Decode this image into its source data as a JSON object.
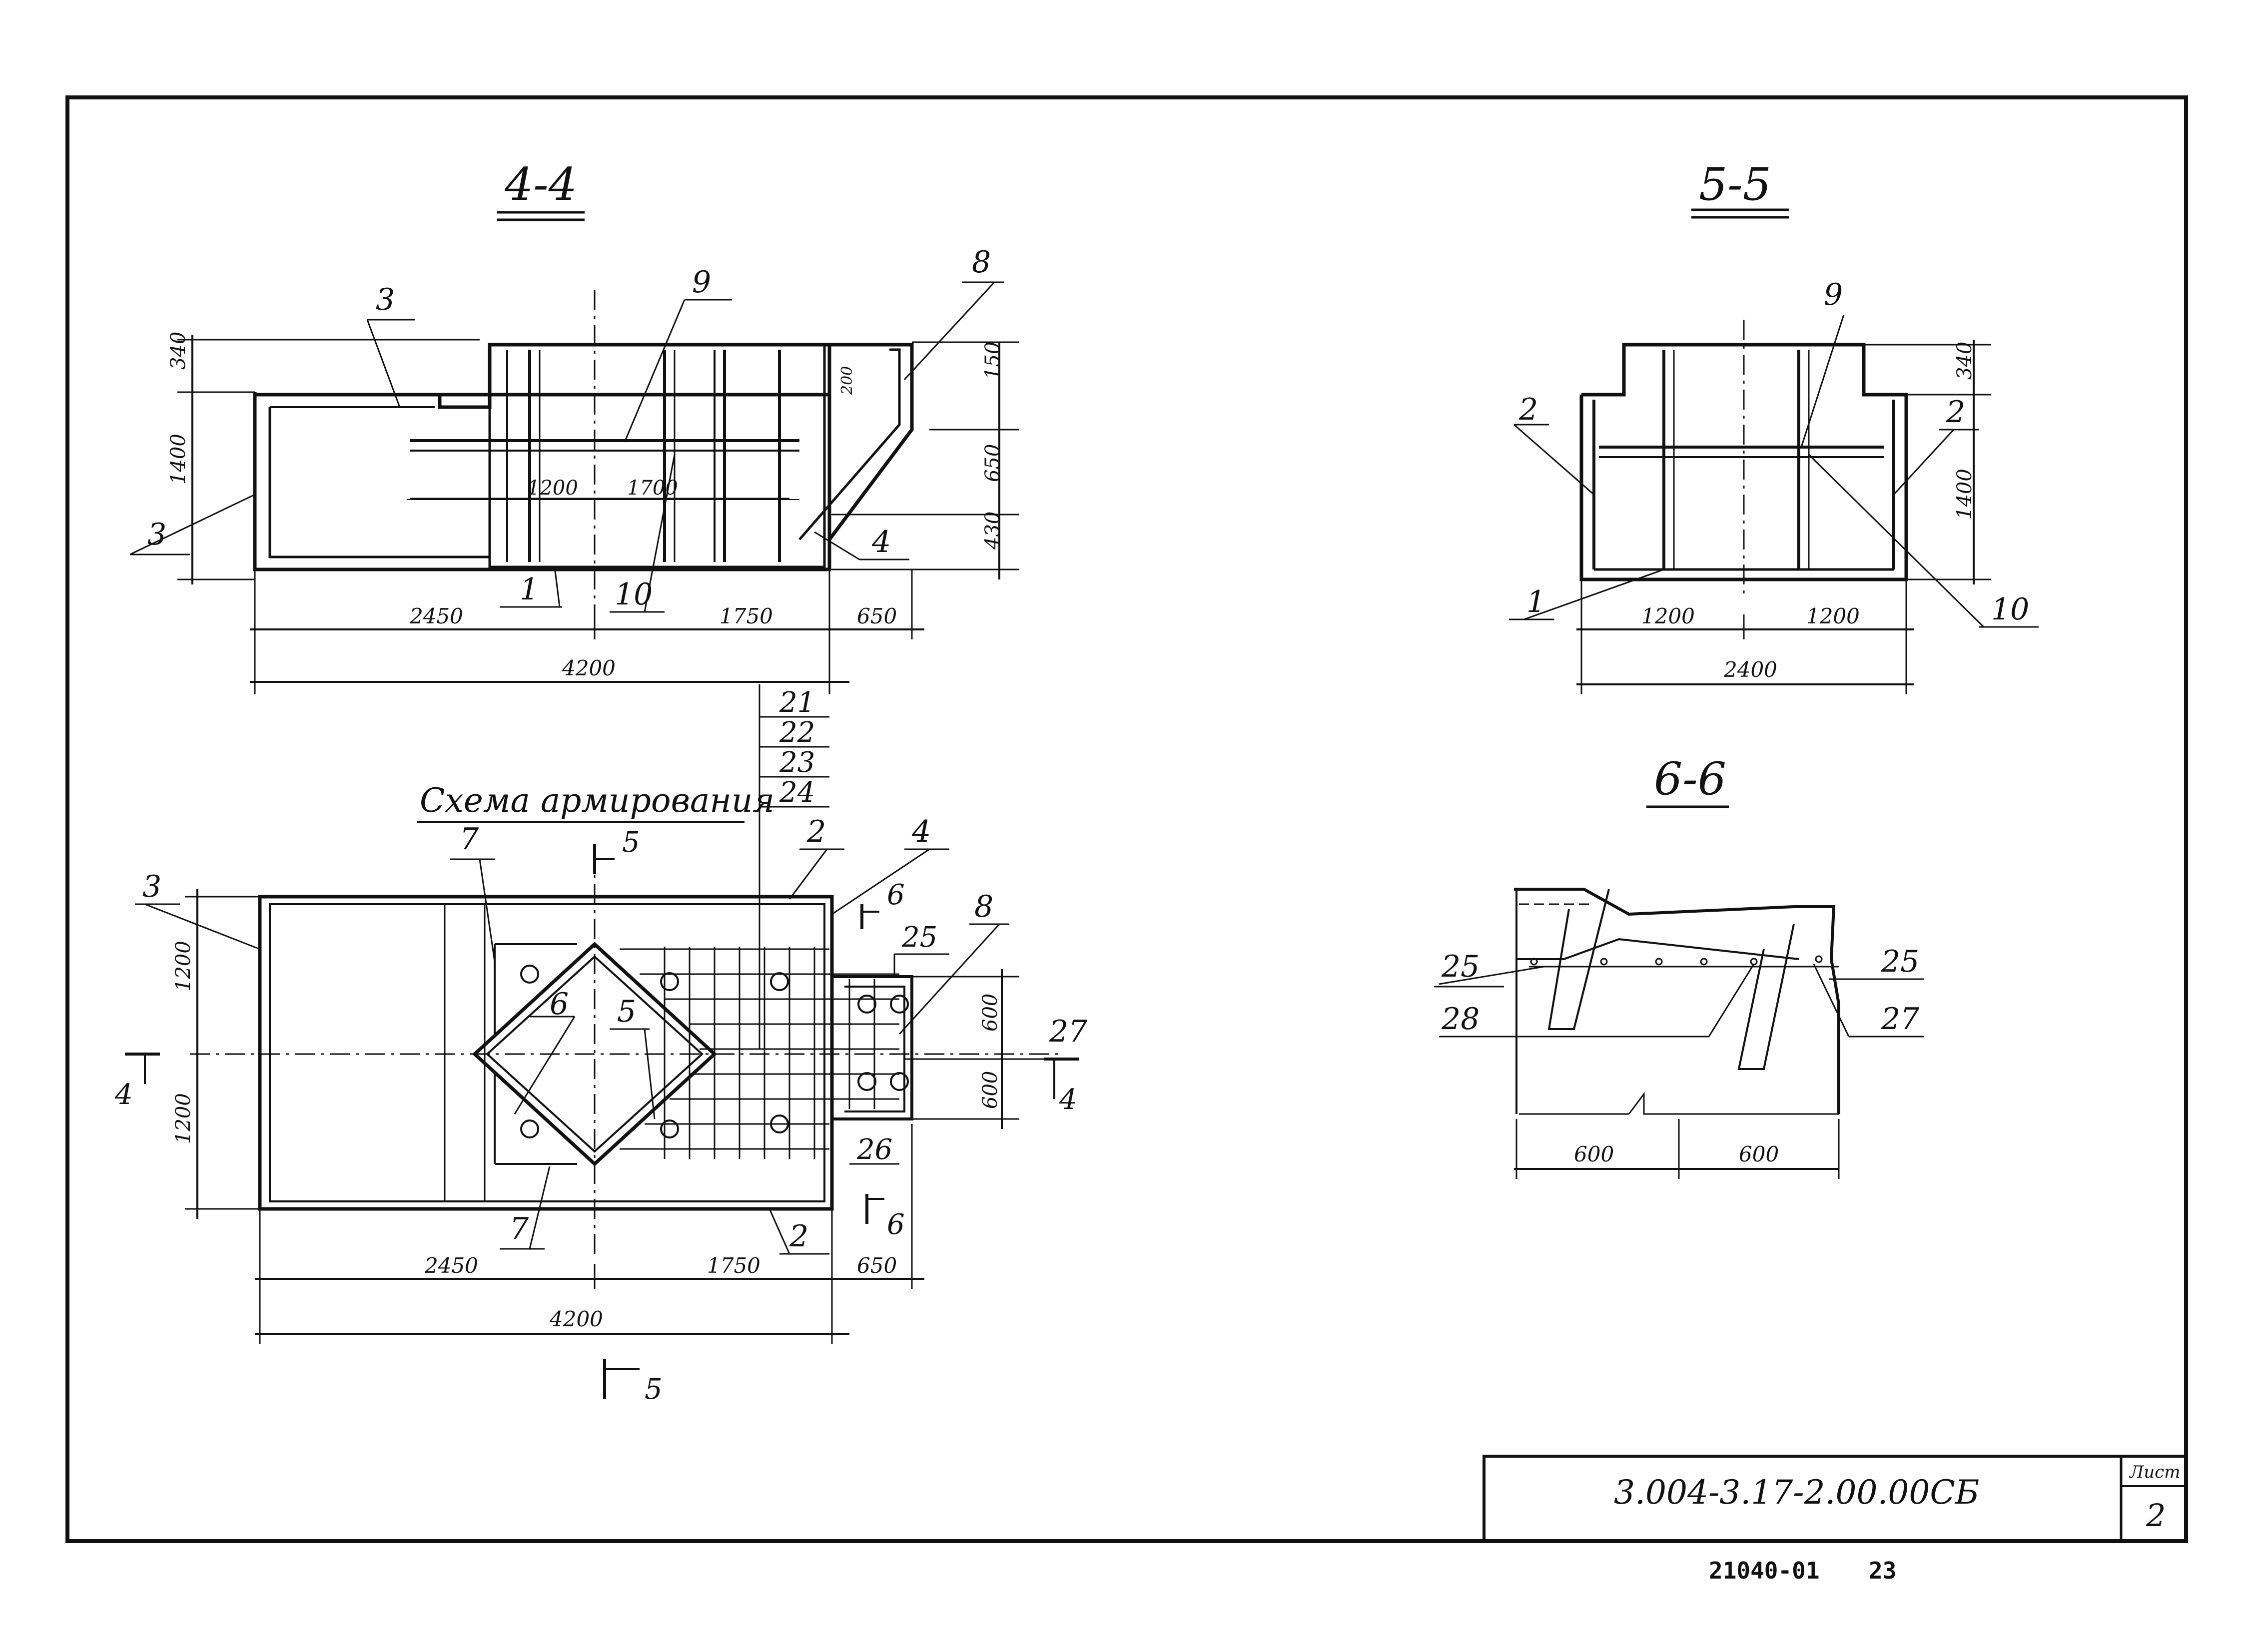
{
  "sections": {
    "s44": {
      "title": "4-4"
    },
    "s55": {
      "title": "5-5"
    },
    "s66": {
      "title": "6-6"
    },
    "scheme": {
      "title": "Схема армирования"
    }
  },
  "s44": {
    "dims_v": [
      "340",
      "1400",
      "150",
      "650",
      "430"
    ],
    "dims_h": [
      "2450",
      "1750",
      "650"
    ],
    "dim_total": "4200",
    "inner": [
      "1200",
      "1700"
    ],
    "small": "200",
    "callouts": [
      "3",
      "3",
      "9",
      "8",
      "4",
      "1",
      "10"
    ]
  },
  "s55": {
    "dims_v": [
      "340",
      "1400"
    ],
    "dims_h": [
      "1200",
      "1200"
    ],
    "dim_total": "2400",
    "callouts": [
      "9",
      "2",
      "2",
      "1",
      "10"
    ]
  },
  "scheme": {
    "dims_v": [
      "1200",
      "1200",
      "600",
      "600"
    ],
    "dims_h": [
      "2450",
      "1750",
      "650"
    ],
    "dim_total": "4200",
    "callouts": [
      "3",
      "7",
      "7",
      "6",
      "5",
      "2",
      "2",
      "4",
      "8",
      "25",
      "26",
      "27"
    ],
    "stack": [
      "21",
      "22",
      "23",
      "24"
    ],
    "cut_marks": [
      "5",
      "5",
      "6",
      "6",
      "4",
      "4"
    ]
  },
  "s66": {
    "dims_h": [
      "600",
      "600"
    ],
    "callouts": [
      "25",
      "28",
      "25",
      "27"
    ]
  },
  "title_block": {
    "code": "3.004-3.17-2.00.00СБ",
    "sheet_label": "Лист",
    "sheet_no": "2"
  },
  "footer": {
    "left": "21040-01",
    "right": "23"
  }
}
